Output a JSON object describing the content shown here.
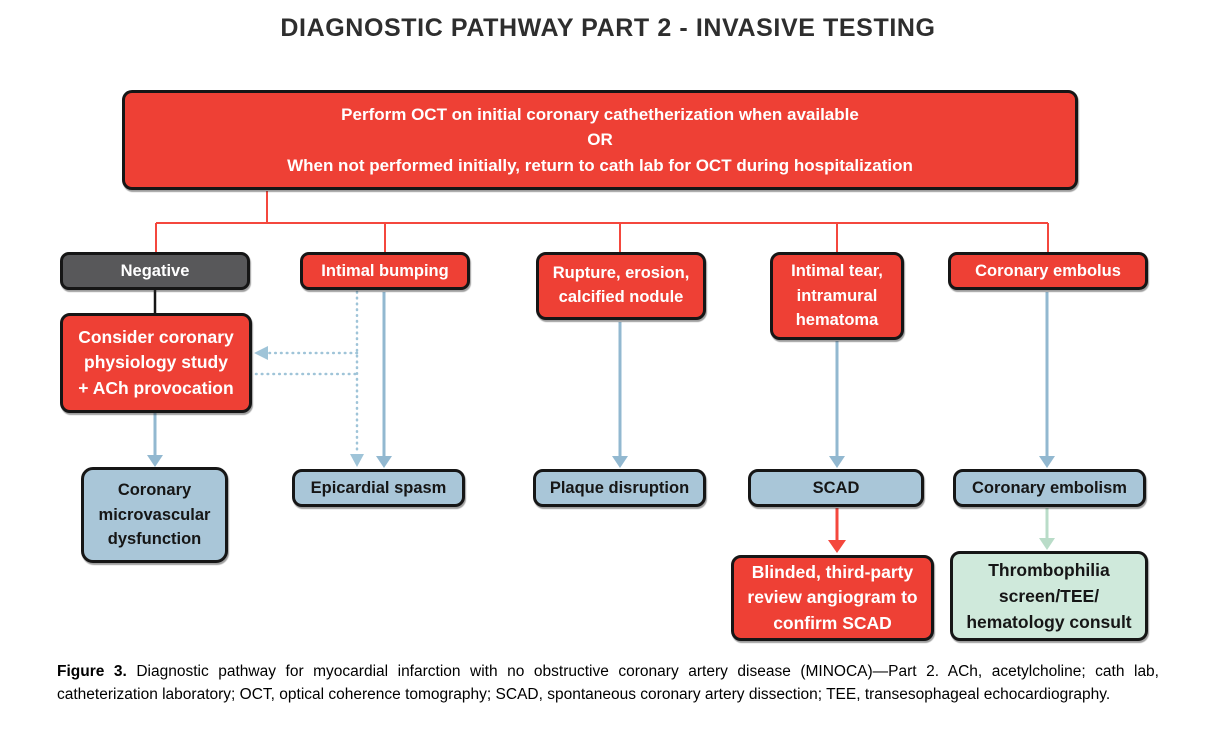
{
  "title": "DIAGNOSTIC PATHWAY PART 2 - INVASIVE TESTING",
  "palette": {
    "box_red": "#ee4035",
    "box_dark_gray": "#58585a",
    "box_blue": "#a9c6d8",
    "box_green": "#cfe9db",
    "border_dark": "#161616",
    "line_red": "#f4473d",
    "arrow_blue": "#92b8d0",
    "arrow_dotted_blue": "#9fc4d8",
    "arrow_green": "#b9dcc8",
    "line_black": "#161616"
  },
  "nodes": {
    "perform_oct": {
      "text": "Perform OCT on initial coronary cathetherization when available\nOR\nWhen not performed initially, return to cath lab for OCT during hospitalization"
    },
    "negative": {
      "text": "Negative"
    },
    "intimal_bumping": {
      "text": "Intimal bumping"
    },
    "rupture_erosion": {
      "text": "Rupture, erosion,\ncalcified nodule"
    },
    "intimal_tear": {
      "text": "Intimal tear,\nintramural\nhematoma"
    },
    "coronary_embolus": {
      "text": "Coronary embolus"
    },
    "consider_physiology": {
      "text": "Consider coronary\nphysiology study\n+ ACh provocation"
    },
    "microvascular_dysfunction": {
      "text": "Coronary\nmicrovascular\ndysfunction"
    },
    "epicardial_spasm": {
      "text": "Epicardial spasm"
    },
    "plaque_disruption": {
      "text": "Plaque disruption"
    },
    "scad": {
      "text": "SCAD"
    },
    "coronary_embolism": {
      "text": "Coronary embolism"
    },
    "blinded_review": {
      "text": "Blinded, third-party\nreview angiogram to\nconfirm SCAD"
    },
    "thrombophilia_workup": {
      "text": "Thrombophilia\nscreen/TEE/\nhematology consult"
    }
  },
  "caption": {
    "prefix": "Figure 3.",
    "body": "  Diagnostic pathway for myocardial infarction with no obstructive coronary artery disease (MINOCA)—Part 2. ACh, acetylcholine; cath lab, catheterization laboratory; OCT, optical coherence tomography; SCAD, spontaneous coronary artery dissection; TEE, transesophageal echocardiography."
  }
}
